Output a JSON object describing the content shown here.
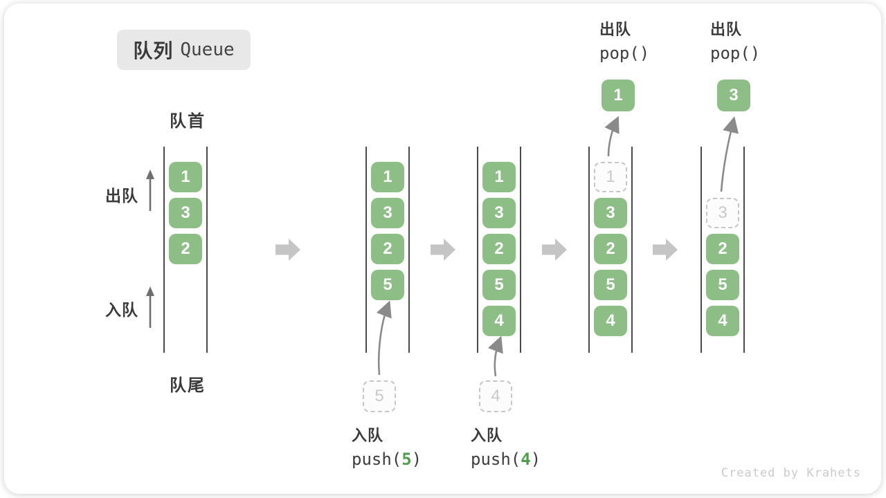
{
  "title": {
    "zh": "队列",
    "en": "Queue"
  },
  "labels": {
    "front": "队首",
    "rear": "队尾",
    "dequeue": "出队",
    "enqueue": "入队"
  },
  "watermark": "Created by Krahets",
  "colors": {
    "box_green": "#8DBE86",
    "code_green": "#4F9D4F",
    "text_dark": "#3A3A3A",
    "block_arrow": "#C5C5C5",
    "thin_arrow": "#6F6F6F",
    "curve_arrow": "#8A8A8A",
    "ghost_border": "#C6C6C6",
    "ghost_text": "#C9C9C9",
    "badge_bg": "#E8E8E8",
    "watermark_gray": "#CACACA",
    "line_dark": "#4A4A4A"
  },
  "diagram": {
    "states": [
      {
        "queue": [
          "1",
          "3",
          "2"
        ]
      },
      {
        "queue": [
          "1",
          "3",
          "2",
          "5"
        ],
        "incoming": "5",
        "op": {
          "zh": "入队",
          "code_pre": "push(",
          "code_num": "5",
          "code_post": ")"
        }
      },
      {
        "queue": [
          "1",
          "3",
          "2",
          "5",
          "4"
        ],
        "incoming": "4",
        "op": {
          "zh": "入队",
          "code_pre": "push(",
          "code_num": "4",
          "code_post": ")"
        }
      },
      {
        "queue": [
          "3",
          "2",
          "5",
          "4"
        ],
        "removed": "1",
        "op": {
          "zh": "出队",
          "code": "pop()"
        }
      },
      {
        "queue": [
          "2",
          "5",
          "4"
        ],
        "removed": "3",
        "op": {
          "zh": "出队",
          "code": "pop()"
        }
      }
    ]
  }
}
